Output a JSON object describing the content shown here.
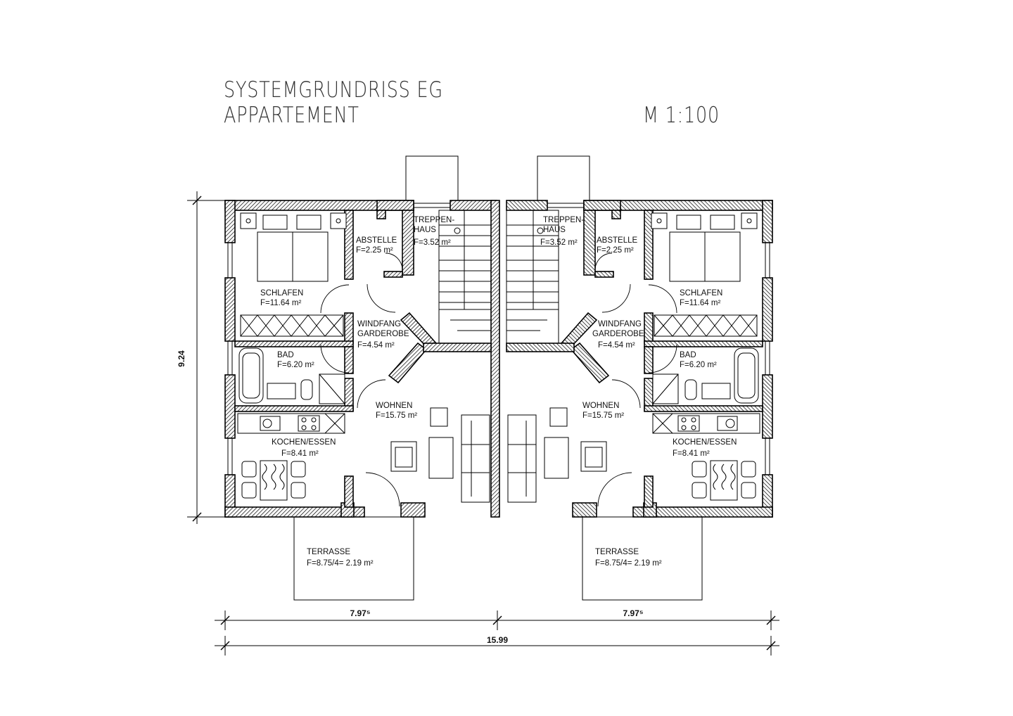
{
  "title": {
    "line1": "SYSTEMGRUNDRISS EG",
    "line2": "APPARTEMENT",
    "scale": "M 1:100"
  },
  "rooms": {
    "left": {
      "schlafen": {
        "name": "SCHLAFEN",
        "area": "F=11.64 m²"
      },
      "abstelle": {
        "name": "ABSTELLE",
        "area": "F=2.25 m²"
      },
      "treppenhaus": {
        "name1": "TREPPEN-",
        "name2": "HAUS",
        "area": "F=3.52 m²"
      },
      "windfang": {
        "name1": "WINDFANG",
        "name2": "GARDEROBE",
        "area": "F=4.54 m²"
      },
      "bad": {
        "name": "BAD",
        "area": "F=6.20 m²"
      },
      "wohnen": {
        "name": "WOHNEN",
        "area": "F=15.75 m²"
      },
      "kochen": {
        "name": "KOCHEN/ESSEN",
        "area": "F=8.41 m²"
      },
      "terrasse": {
        "name": "TERRASSE",
        "area": "F=8.75/4= 2.19 m²"
      }
    },
    "right": {
      "schlafen": {
        "name": "SCHLAFEN",
        "area": "F=11.64 m²"
      },
      "abstelle": {
        "name": "ABSTELLE",
        "area": "F=2.25 m²"
      },
      "treppenhaus": {
        "name1": "TREPPEN-",
        "name2": "HAUS",
        "area": "F=3.52 m²"
      },
      "windfang": {
        "name1": "WINDFANG",
        "name2": "GARDEROBE",
        "area": "F=4.54 m²"
      },
      "bad": {
        "name": "BAD",
        "area": "F=6.20 m²"
      },
      "wohnen": {
        "name": "WOHNEN",
        "area": "F=15.75 m²"
      },
      "kochen": {
        "name": "KOCHEN/ESSEN",
        "area": "F=8.41 m²"
      },
      "terrasse": {
        "name": "TERRASSE",
        "area": "F=8.75/4= 2.19 m²"
      }
    }
  },
  "dimensions": {
    "height": "9.24",
    "left_width": "7.97⁵",
    "right_width": "7.97⁵",
    "total_width": "15.99"
  }
}
